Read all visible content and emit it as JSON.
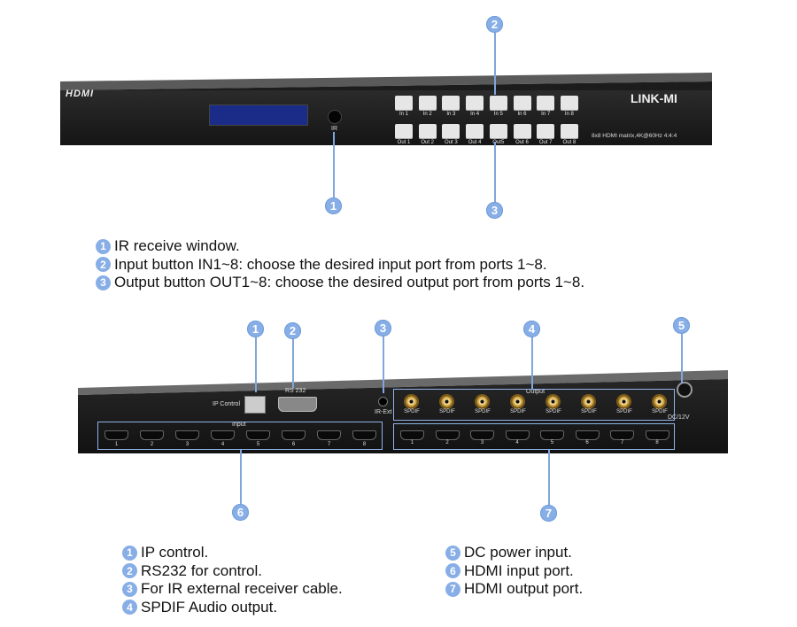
{
  "front_panel": {
    "brand_left": "HDMI",
    "brand_right": "LINK-MI",
    "ir_label": "IR",
    "model_text": "8x8 HDMI matrix,4K@60Hz 4:4:4",
    "input_buttons": [
      "In 1",
      "In 2",
      "In 3",
      "In 4",
      "In 5",
      "In 6",
      "In 7",
      "In 8"
    ],
    "output_buttons": [
      "Out 1",
      "Out 2",
      "Out 3",
      "Out 4",
      "Out5",
      "Out 6",
      "Out 7",
      "Out 8"
    ],
    "callouts": [
      "1",
      "2",
      "3"
    ]
  },
  "front_legend": [
    {
      "num": "1",
      "text": "IR receive window."
    },
    {
      "num": "2",
      "text": "Input button IN1~8: choose the desired input port from ports 1~8."
    },
    {
      "num": "3",
      "text": "Output button OUT1~8: choose the desired output port from ports 1~8."
    }
  ],
  "rear_panel": {
    "ip_control_label": "IP Control",
    "rs232_label": "RS 232",
    "ir_ext_label": "IR-Ext",
    "output_group_label": "Output",
    "input_group_label": "Input",
    "dc_label": "DC/12V",
    "spdif_labels": [
      "SPDIF",
      "SPDIF",
      "SPDIF",
      "SPDIF",
      "SPDIF",
      "SPDIF",
      "SPDIF",
      "SPDIF"
    ],
    "input_port_numbers": [
      "1",
      "2",
      "3",
      "4",
      "5",
      "6",
      "7",
      "8"
    ],
    "output_port_numbers": [
      "1",
      "2",
      "3",
      "4",
      "5",
      "6",
      "7",
      "8"
    ],
    "callouts": [
      "1",
      "2",
      "3",
      "4",
      "5",
      "6",
      "7"
    ]
  },
  "rear_legend_left": [
    {
      "num": "1",
      "text": "IP control."
    },
    {
      "num": "2",
      "text": "RS232 for control."
    },
    {
      "num": "3",
      "text": "For IR external receiver cable."
    },
    {
      "num": "4",
      "text": "SPDIF Audio output."
    }
  ],
  "rear_legend_right": [
    {
      "num": "5",
      "text": "DC power input."
    },
    {
      "num": "6",
      "text": "HDMI input port."
    },
    {
      "num": "7",
      "text": "HDMI output port."
    }
  ]
}
